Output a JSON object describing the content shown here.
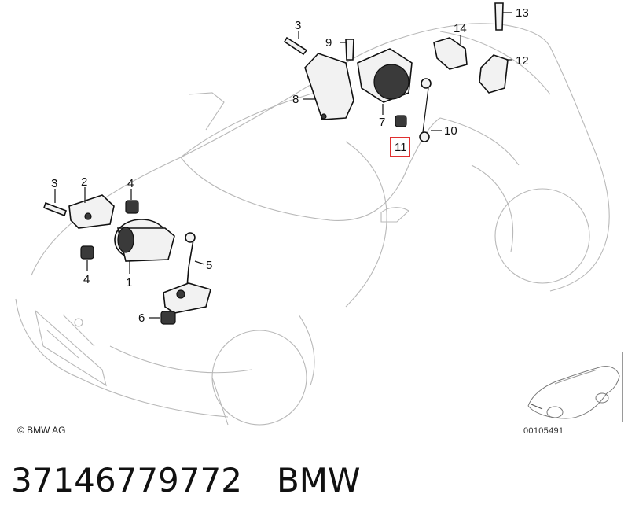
{
  "callouts": {
    "c1": "1",
    "c2": "2",
    "c3_left": "3",
    "c3_top": "3",
    "c4_top": "4",
    "c4_bottom": "4",
    "c5": "5",
    "c6": "6",
    "c7": "7",
    "c8": "8",
    "c9": "9",
    "c10": "10",
    "c11": "11",
    "c12": "12",
    "c13": "13",
    "c14": "14"
  },
  "copyright": "© BMW AG",
  "doc_id": "00105491",
  "part_number": "37146779772",
  "brand": "BMW",
  "colors": {
    "highlight": "#e03030",
    "car_outline": "#b8b8b8",
    "part_stroke": "#111111"
  }
}
